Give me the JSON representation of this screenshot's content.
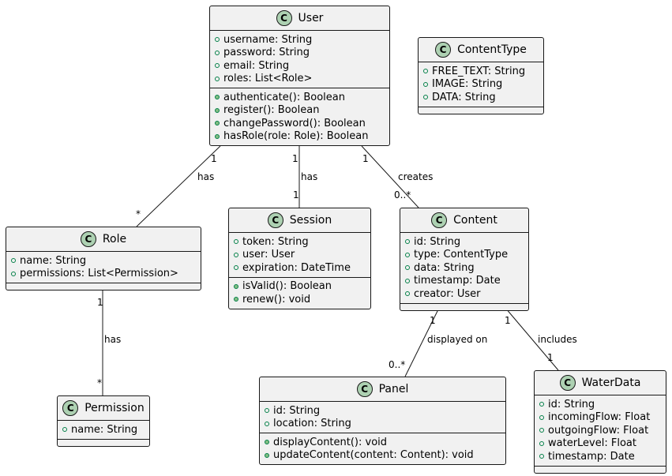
{
  "classes": {
    "user": {
      "badge": "C",
      "name": "User",
      "attributes": [
        "username: String",
        "password: String",
        "email: String",
        "roles: List<Role>"
      ],
      "operations": [
        "authenticate(): Boolean",
        "register(): Boolean",
        "changePassword(): Boolean",
        "hasRole(role: Role): Boolean"
      ]
    },
    "content_type": {
      "badge": "C",
      "name": "ContentType",
      "attributes": [
        "FREE_TEXT: String",
        "IMAGE: String",
        "DATA: String"
      ],
      "operations": []
    },
    "role": {
      "badge": "C",
      "name": "Role",
      "attributes": [
        "name: String",
        "permissions: List<Permission>"
      ],
      "operations": []
    },
    "session": {
      "badge": "C",
      "name": "Session",
      "attributes": [
        "token: String",
        "user: User",
        "expiration: DateTime"
      ],
      "operations": [
        "isValid(): Boolean",
        "renew(): void"
      ]
    },
    "content": {
      "badge": "C",
      "name": "Content",
      "attributes": [
        "id: String",
        "type: ContentType",
        "data: String",
        "timestamp: Date",
        "creator: User"
      ],
      "operations": []
    },
    "permission": {
      "badge": "C",
      "name": "Permission",
      "attributes": [
        "name: String"
      ],
      "operations": []
    },
    "panel": {
      "badge": "C",
      "name": "Panel",
      "attributes": [
        "id: String",
        "location: String"
      ],
      "operations": [
        "displayContent(): void",
        "updateContent(content: Content): void"
      ]
    },
    "water_data": {
      "badge": "C",
      "name": "WaterData",
      "attributes": [
        "id: String",
        "incomingFlow: Float",
        "outgoingFlow: Float",
        "waterLevel: Float",
        "timestamp: Date"
      ],
      "operations": []
    }
  },
  "links": {
    "user_role": {
      "label": "has",
      "source_mult": "1",
      "target_mult": "*"
    },
    "user_session": {
      "label": "has",
      "source_mult": "1",
      "target_mult": "1"
    },
    "user_content": {
      "label": "creates",
      "source_mult": "1",
      "target_mult": "0..*"
    },
    "role_permission": {
      "label": "has",
      "source_mult": "1",
      "target_mult": "*"
    },
    "content_panel": {
      "label": "displayed on",
      "source_mult": "1",
      "target_mult": "0..*"
    },
    "content_water": {
      "label": "includes",
      "source_mult": "1",
      "target_mult": "1"
    }
  }
}
